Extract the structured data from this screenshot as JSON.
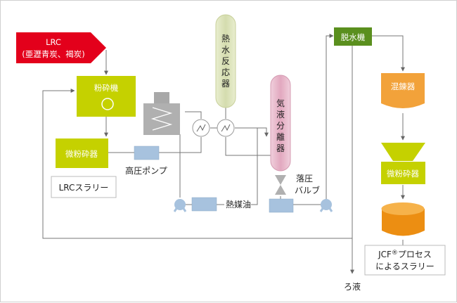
{
  "source_label": {
    "line1": "LRC",
    "line2": "(亜瀝青炭、褐炭)"
  },
  "units": {
    "pulverizer": "粉砕機",
    "fine_pulverizer_left": "微粉砕器",
    "hp_pump": "高圧ポンプ",
    "lrc_slurry": "LRCスラリー",
    "hydrothermal_reactor": [
      "熱",
      "水",
      "反",
      "応",
      "器"
    ],
    "gas_liquid_separator": [
      "気",
      "液",
      "分",
      "離",
      "器"
    ],
    "pressure_valve": {
      "line1": "落圧",
      "line2": "バルブ"
    },
    "heat_medium_oil": "熱媒油",
    "dehydrator": "脱水機",
    "kneader": "混錬器",
    "fine_pulverizer_right": "微粉砕器",
    "jcf_process": {
      "prefix": "JCF",
      "mark": "®",
      "suffix": "プロセス",
      "line2": "によるスラリー"
    },
    "filtrate": "ろ液"
  },
  "colors": {
    "red": "#e3001b",
    "green_block": "#c5d100",
    "dark_green": "#5a8f1e",
    "reactor": "#dbe2bb",
    "separator": "#e7b9cc",
    "pump": "#a7c2de",
    "orange": "#f2a23a",
    "gray": "#b0b0b0"
  }
}
